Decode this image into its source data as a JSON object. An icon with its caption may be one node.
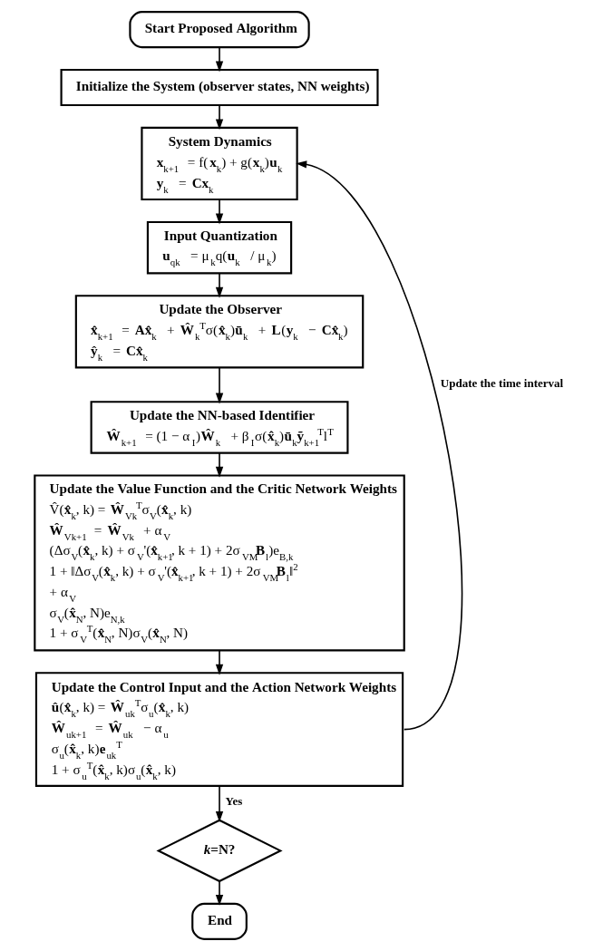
{
  "diagram": {
    "nodes": [
      {
        "text": [
          "Start Proposed Algorithm"
        ]
      },
      {
        "text": [
          "Initialize the System (observer states, NN weights)"
        ]
      },
      {
        "text": [
          "System Dynamics",
          "**x**$_{k+1}$ = f(**x**$_{k}$) + g(**x**$_{k}$)**u**$_{k}$",
          "**y**$_{k}$ = **Cx**$_{k}$"
        ]
      },
      {
        "text": [
          "Input Quantization",
          "**u**$_{qk}$ = μ$_{k}$q(**u**$_{k}$ / μ$_{k}$)"
        ]
      },
      {
        "text": [
          "Update the Observer",
          "**x̂**$_{k+1}$ = **Ax̂**$_{k}$ + **Ŵ**$_{k}$$^{T}$σ(**x̂**$_{k}$)**ū**$_{k}$ + **L**(**y**$_{k}$ − **Cx̂**$_{k}$)",
          "**ŷ**$_{k}$ = **Cx̂**$_{k}$"
        ]
      },
      {
        "text": [
          "Update the NN-based Identifier",
          "**Ŵ**$_{k+1}$ = (1 − α$_{I}$)**Ŵ**$_{k}$ + β$_{I}$σ(**x̂**$_{k}$)**ū**$_{k}$**ỹ**$_{k+1}$$^{T}$l$^{T}$"
        ]
      },
      {
        "text": [
          "Update the Value Function and the Critic Network Weights",
          "V̂(**x̂**$_{k}$, k) = **Ŵ**$_{Vk}$$^{T}$σ$_{V}$(**x̂**$_{k}$, k)",
          "**Ŵ**$_{Vk+1}$ = **Ŵ**$_{Vk}$ + α$_{V}$",
          "(Δσ$_{V}$(**x̂**$_{k}$, k) + σ$_{V}$'(**x̂**$_{k+1}$, k + 1) + 2σ$_{VM}$**B**$_{l}$)e$_{B,k}$",
          "1 + ‖Δσ$_{V}$(**x̂**$_{k}$, k) + σ$_{V}$'(**x̂**$_{k+1}$, k + 1) + 2σ$_{VM}$**B**$_{l}$‖$^{2}$",
          "+ α$_{V}$",
          "σ$_{V}$(**x̂**$_{N}$, N)e$_{N,k}$",
          "1 + σ$_{V}$$^{T}$(**x̂**$_{N}$, N)σ$_{V}$(**x̂**$_{N}$, N)"
        ]
      },
      {
        "text": [
          "Update the Control Input and the Action Network Weights",
          "**û**(**x̂**$_{k}$, k) = **Ŵ**$_{uk}$$^{T}$σ$_{u}$(**x̂**$_{k}$, k)",
          "**Ŵ**$_{uk+1}$ = **Ŵ**$_{uk}$ − α$_{u}$",
          "σ$_{u}$(**x̂**$_{k}$, k)**e**$_{uk}$$^{T}$",
          "1 + σ$_{u}$$^{T}$(**x̂**$_{k}$, k)σ$_{u}$(**x̂**$_{k}$, k)"
        ]
      },
      {
        "text": [
          "*k*=N?"
        ]
      },
      {
        "text": [
          "End"
        ]
      }
    ],
    "edges": [
      {
        "from": 0,
        "to": 1,
        "arrow": "to"
      },
      {
        "from": 1,
        "to": 2,
        "arrow": "to"
      },
      {
        "from": 2,
        "to": 3,
        "arrow": "to"
      },
      {
        "from": 3,
        "to": 4,
        "arrow": "to"
      },
      {
        "from": 4,
        "to": 5,
        "arrow": "to"
      },
      {
        "from": 5,
        "to": 6,
        "arrow": "to"
      },
      {
        "from": 6,
        "to": 7,
        "arrow": "to"
      },
      {
        "from": 7,
        "to": 8,
        "arrow": "to",
        "label": "Yes"
      },
      {
        "from": 7,
        "to": 2,
        "arrow": "to",
        "label": "Update the time interval"
      },
      {
        "from": 8,
        "to": 9,
        "arrow": "to"
      }
    ]
  }
}
